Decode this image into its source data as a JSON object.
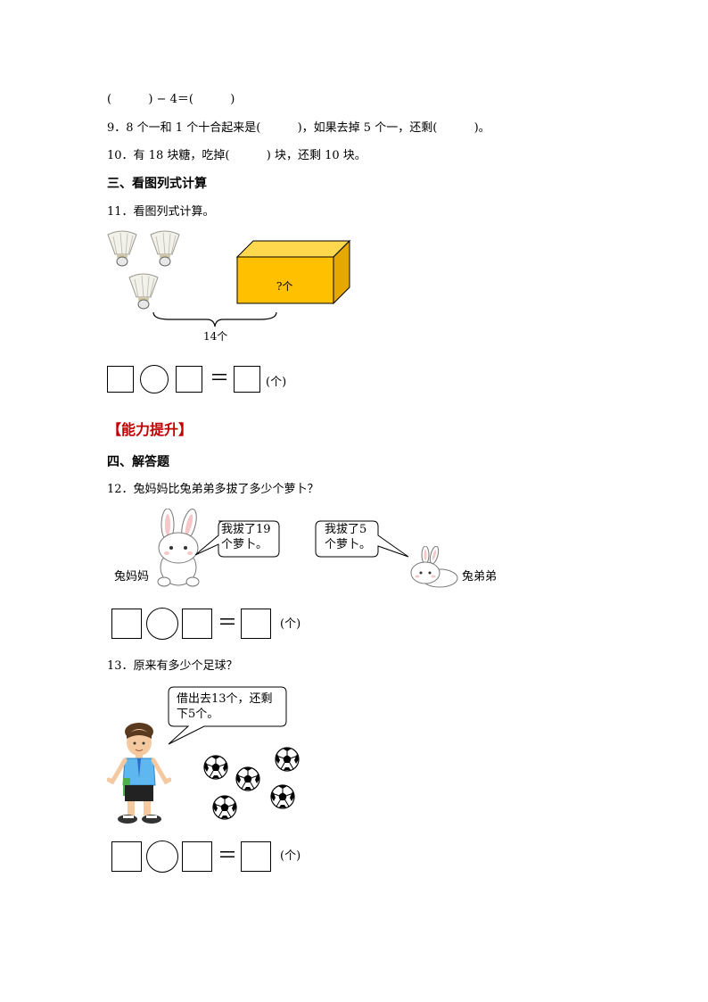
{
  "lines": {
    "l1": "(          ) − 4＝(          )",
    "l9": "9．8 个一和 1 个十合起来是(          )，如果去掉 5 个一，还剩(          )。",
    "l10": "10．有 18 块糖，吃掉(          ) 块，还剩 10 块。"
  },
  "section3": {
    "title": "三、看图列式计算"
  },
  "q11": {
    "text": "11．看图列式计算。",
    "box_label": "?个",
    "brace_label": "14个",
    "equals": "＝",
    "unit": "(个)"
  },
  "ability": {
    "title": "【能力提升】"
  },
  "section4": {
    "title": "四、解答题"
  },
  "q12": {
    "text": "12．兔妈妈比兔弟弟多拔了多少个萝卜？",
    "bubble_left_line1": "我拔了19",
    "bubble_left_line2": "个萝卜。",
    "bubble_right_line1": "我拔了5",
    "bubble_right_line2": "个萝卜。",
    "label_left": "兔妈妈",
    "label_right": "兔弟弟",
    "equals": "＝",
    "unit": "(个)"
  },
  "q13": {
    "text": "13．原来有多少个足球？",
    "bubble_line1": "借出去13个，还剩",
    "bubble_line2": "下5个。",
    "equals": "＝",
    "unit": "(个)"
  }
}
